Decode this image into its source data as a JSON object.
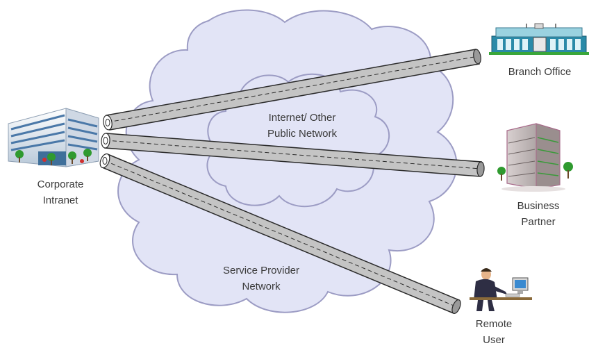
{
  "nodes": {
    "corporate": {
      "line1": "Corporate",
      "line2": "Intranet"
    },
    "branch": {
      "line1": "Branch Office"
    },
    "partner": {
      "line1": "Business",
      "line2": "Partner"
    },
    "remote": {
      "line1": "Remote",
      "line2": "User"
    }
  },
  "clouds": {
    "public": {
      "line1": "Internet/ Other",
      "line2": "Public Network"
    },
    "provider": {
      "line1": "Service Provider",
      "line2": "Network"
    }
  },
  "colors": {
    "cloud_fill": "#e2e4f6",
    "cloud_stroke": "#9c9cc4",
    "tunnel_fill": "#c4c4c4",
    "tunnel_stroke": "#2a2a2a",
    "text": "#3a3a3a"
  },
  "icons": {
    "corporate": "office-building-icon",
    "branch": "branch-building-icon",
    "partner": "partner-building-icon",
    "remote": "person-at-computer-icon"
  }
}
